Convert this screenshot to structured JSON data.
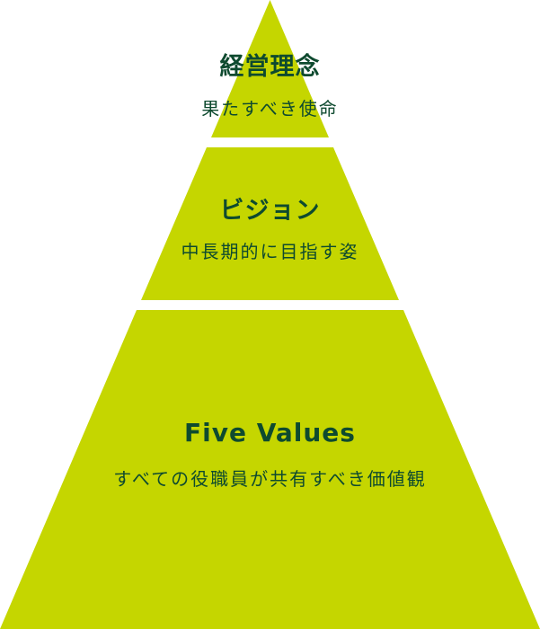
{
  "colors": {
    "tier_fill": "#c5d600",
    "text": "#0e4a2f",
    "background": "#ffffff"
  },
  "tiers": [
    {
      "title": "経営理念",
      "subtitle": "果たすべき使命"
    },
    {
      "title": "ビジョン",
      "subtitle": "中長期的に目指す姿"
    },
    {
      "title": "Five Values",
      "subtitle": "すべての役職員が共有すべき価値観"
    }
  ]
}
